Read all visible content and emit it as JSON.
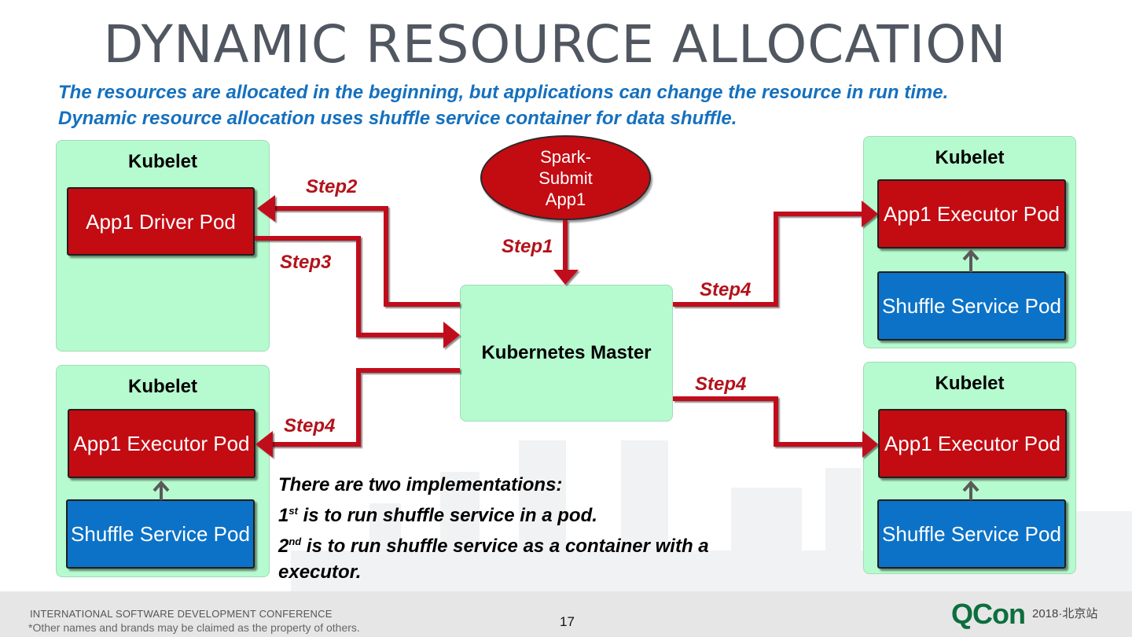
{
  "title": "DYNAMIC RESOURCE ALLOCATION",
  "subtitle_lines": [
    "The resources are allocated in the beginning, but applications can change the resource in run time.",
    "Dynamic resource allocation uses shuffle service container for data shuffle."
  ],
  "nodes": {
    "kubelet_top_left": {
      "title": "Kubelet",
      "pod": "App1 Driver Pod"
    },
    "kubelet_bottom_left": {
      "title": "Kubelet",
      "pod": "App1 Executor Pod",
      "shuffle": "Shuffle Service Pod"
    },
    "kubelet_top_right": {
      "title": "Kubelet",
      "pod": "App1 Executor Pod",
      "shuffle": "Shuffle Service Pod"
    },
    "kubelet_bottom_right": {
      "title": "Kubelet",
      "pod": "App1 Executor Pod",
      "shuffle": "Shuffle Service Pod"
    },
    "master": "Kubernetes Master",
    "spark_submit": "Spark-Submit App1"
  },
  "steps": {
    "step1": "Step1",
    "step2": "Step2",
    "step3": "Step3",
    "step4_left": "Step4",
    "step4_top_right": "Step4",
    "step4_bottom_right": "Step4"
  },
  "note": {
    "line1": "There are two implementations:",
    "line2_ord": "1",
    "line2_sup": "st",
    "line2_rest": " is to run shuffle service in a pod.",
    "line3_ord": "2",
    "line3_sup": "nd",
    "line3_rest": " is to run shuffle service as a container with a",
    "line4": "executor."
  },
  "footer": {
    "conference": "INTERNATIONAL SOFTWARE DEVELOPMENT CONFERENCE",
    "legal": "*Other names and brands may be claimed as the property of others.",
    "page_number": "17",
    "brand": "QCon",
    "brand_sub": "2018·北京站"
  },
  "colors": {
    "title": "#515760",
    "subtitle": "#1570be",
    "node_bg": "#b6fbcf",
    "pod_red": "#c30b12",
    "pod_blue": "#0b72c7",
    "arrow": "#c0101a",
    "step_text": "#b3121a",
    "brand": "#0c6e3f"
  }
}
